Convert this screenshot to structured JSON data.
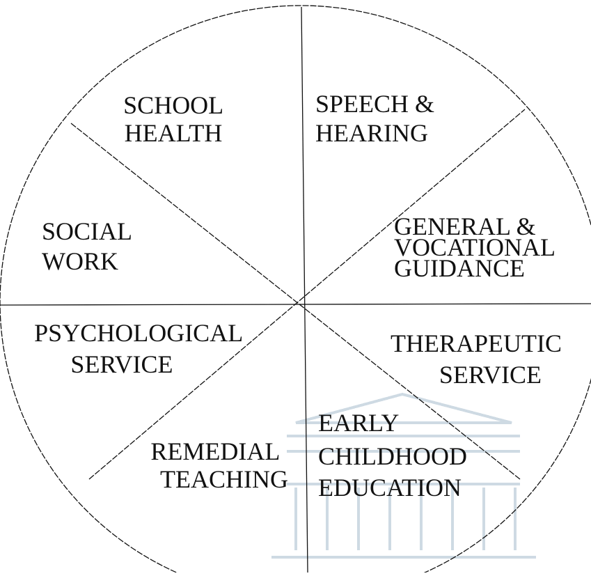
{
  "diagram": {
    "segments": [
      {
        "id": "school-health",
        "lines": [
          "SCHOOL",
          "HEALTH"
        ]
      },
      {
        "id": "speech-hearing",
        "lines": [
          "SPEECH &",
          "HEARING"
        ]
      },
      {
        "id": "general-vocational-guidance",
        "lines": [
          "GENERAL &",
          "VOCATIONAL",
          "GUIDANCE"
        ]
      },
      {
        "id": "social-work",
        "lines": [
          "SOCIAL",
          "WORK"
        ]
      },
      {
        "id": "psychological-service",
        "lines": [
          "PSYCHOLOGICAL",
          "SERVICE"
        ]
      },
      {
        "id": "therapeutic-service",
        "lines": [
          "THERAPEUTIC",
          "SERVICE"
        ]
      },
      {
        "id": "remedial-teaching",
        "lines": [
          "REMEDIAL",
          "TEACHING"
        ]
      },
      {
        "id": "early-childhood-education",
        "lines": [
          "EARLY",
          "CHILDHOOD",
          "EDUCATION"
        ]
      }
    ],
    "colors": {
      "ink": "#111111",
      "watermark": "#9fb6c9",
      "background": "#ffffff"
    }
  }
}
